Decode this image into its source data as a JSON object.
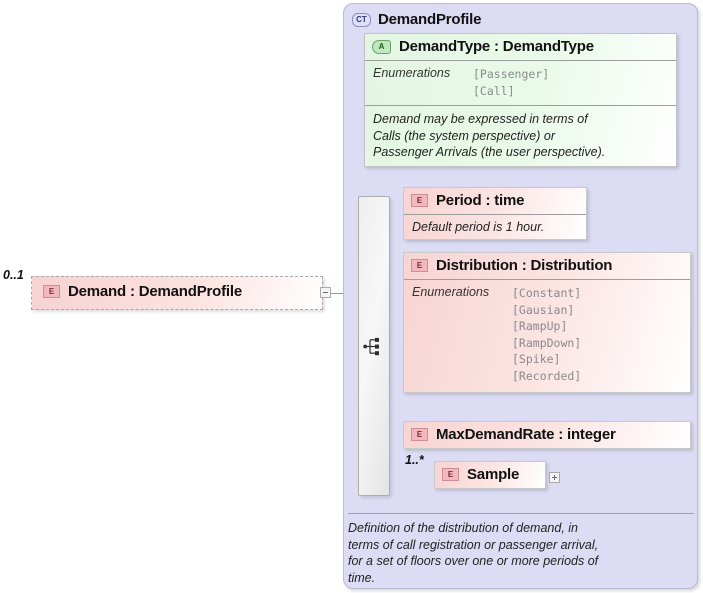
{
  "diagram": {
    "kind": "xml-schema-element-diagram",
    "colors": {
      "complex_type_fill": "#dcdcf4",
      "attribute_fill": "#e2f6e2",
      "element_fill": "#f7d4d4",
      "enumeration_text": "#8a8a8a",
      "border": "#9a9a9a"
    }
  },
  "root_element": {
    "badge": "E",
    "badge_name": "element-badge",
    "label": "Demand : DemandProfile",
    "occurrence": "0..1",
    "toggle": "collapse-toggle",
    "style": "optional-dashed"
  },
  "complex_type": {
    "badge": "CT",
    "badge_name": "complex-type-badge",
    "title": "DemandProfile",
    "documentation": "Definition of the distribution of demand, in\nterms of call registration or passenger arrival,\nfor a set of floors over one or more periods of\ntime."
  },
  "attribute": {
    "badge": "A",
    "badge_name": "attribute-badge",
    "label": "DemandType : DemandType",
    "enumerations_label": "Enumerations",
    "enumerations": [
      "[Passenger]",
      "[Call]"
    ],
    "documentation": "Demand may be expressed in terms of\nCalls (the system perspective) or\nPassenger Arrivals (the user perspective)."
  },
  "compositor": {
    "type": "sequence",
    "icon": "sequence-icon"
  },
  "children": [
    {
      "badge": "E",
      "label": "Period : time",
      "documentation": "Default period is 1 hour.",
      "enumerations_label": null,
      "enumerations": [],
      "occurrence": null,
      "toggle": null
    },
    {
      "badge": "E",
      "label": "Distribution : Distribution",
      "documentation": null,
      "enumerations_label": "Enumerations",
      "enumerations": [
        "[Constant]",
        "[Gausian]",
        "[RampUp]",
        "[RampDown]",
        "[Spike]",
        "[Recorded]"
      ],
      "occurrence": null,
      "toggle": null
    },
    {
      "badge": "E",
      "label": "MaxDemandRate : integer",
      "documentation": null,
      "enumerations_label": null,
      "enumerations": [],
      "occurrence": null,
      "toggle": null
    },
    {
      "badge": "E",
      "label": "Sample",
      "documentation": null,
      "enumerations_label": null,
      "enumerations": [],
      "occurrence": "1..*",
      "toggle": "expand-toggle"
    }
  ]
}
